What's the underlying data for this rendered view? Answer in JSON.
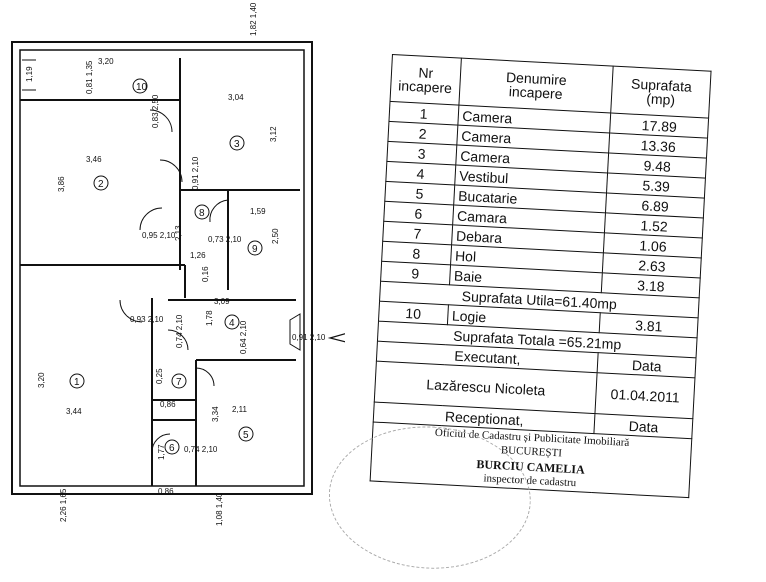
{
  "floor_plan": {
    "rooms": [
      {
        "id": "10",
        "label": "10"
      },
      {
        "id": "3",
        "label": "3"
      },
      {
        "id": "2",
        "label": "2"
      },
      {
        "id": "8",
        "label": "8"
      },
      {
        "id": "9",
        "label": "9"
      },
      {
        "id": "4",
        "label": "4"
      },
      {
        "id": "1",
        "label": "1"
      },
      {
        "id": "7",
        "label": "7"
      },
      {
        "id": "5",
        "label": "5"
      },
      {
        "id": "6",
        "label": "6"
      }
    ],
    "dimensions": [
      "3,20",
      "1,19",
      "0,81 1,35",
      "0,83 2,50",
      "3,04",
      "3,12",
      "3,46",
      "3,86",
      "0,91 2,10",
      "0,95 2,10",
      "2,13",
      "0,73 2,10",
      "1,59",
      "2,50",
      "1,26",
      "0,16",
      "3,09",
      "1,78",
      "0,91 2,10",
      "0,93 2,10",
      "0,74 2,10",
      "0,64 2,10",
      "0,25",
      "0,86",
      "3,20",
      "3,44",
      "3,34",
      "2,11",
      "0,74 2,10",
      "1,77",
      "0,86",
      "1,82 1,40",
      "2,26 1,65",
      "1,08 1,40"
    ]
  },
  "table": {
    "header": {
      "nr": "Nr\nincapere",
      "name": "Denumire\nincapere",
      "area": "Suprafata\n(mp)"
    },
    "rows": [
      {
        "nr": "1",
        "name": "Camera",
        "area": "17.89"
      },
      {
        "nr": "2",
        "name": "Camera",
        "area": "13.36"
      },
      {
        "nr": "3",
        "name": "Camera",
        "area": "9.48"
      },
      {
        "nr": "4",
        "name": "Vestibul",
        "area": "5.39"
      },
      {
        "nr": "5",
        "name": "Bucatarie",
        "area": "6.89"
      },
      {
        "nr": "6",
        "name": "Camara",
        "area": "1.52"
      },
      {
        "nr": "7",
        "name": "Debara",
        "area": "1.06"
      },
      {
        "nr": "8",
        "name": "Hol",
        "area": "2.63"
      },
      {
        "nr": "9",
        "name": "Baie",
        "area": "3.18"
      }
    ],
    "suprafata_utila": "Suprafata Utila=61.40mp",
    "logie": {
      "nr": "10",
      "name": "Logie",
      "area": "3.81"
    },
    "suprafata_totala": "Suprafata Totala =65.21mp",
    "executant_label": "Executant,",
    "data_label": "Data",
    "executant_name": "Lazărescu Nicoleta",
    "executant_date": "01.04.2011",
    "receptionat_label": "Receptionat,",
    "receptionat_data_label": "Data",
    "stamp_line1": "Oficiul de Cadastru și Publicitate Imobiliară",
    "stamp_line2": "BUCUREȘTI",
    "stamp_name": "BURCIU CAMELIA",
    "stamp_line3": "inspector de cadastru"
  }
}
